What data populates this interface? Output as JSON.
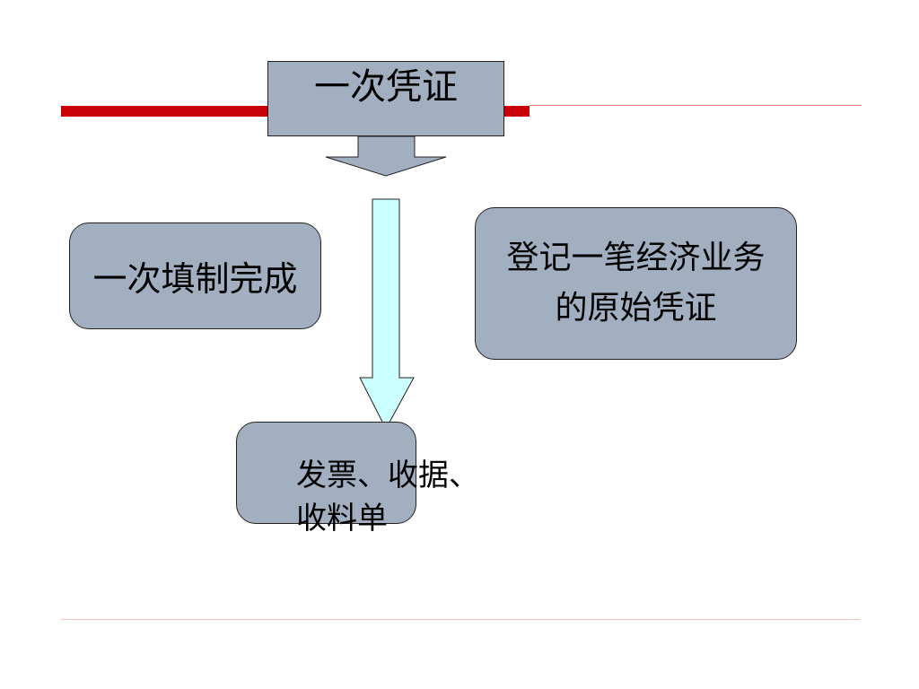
{
  "diagram": {
    "title_box": "一次凭证",
    "left_box": "一次填制完成",
    "right_box": {
      "line1": "登记一笔经济业务",
      "line2": "的原始凭证"
    },
    "bottom_box": {
      "line1": "发票、收据、",
      "line2": "收料单"
    }
  },
  "colors": {
    "box_fill": "#a2afc0",
    "arrow_down_fill": "#ccffff",
    "accent_red": "#c8000a"
  }
}
